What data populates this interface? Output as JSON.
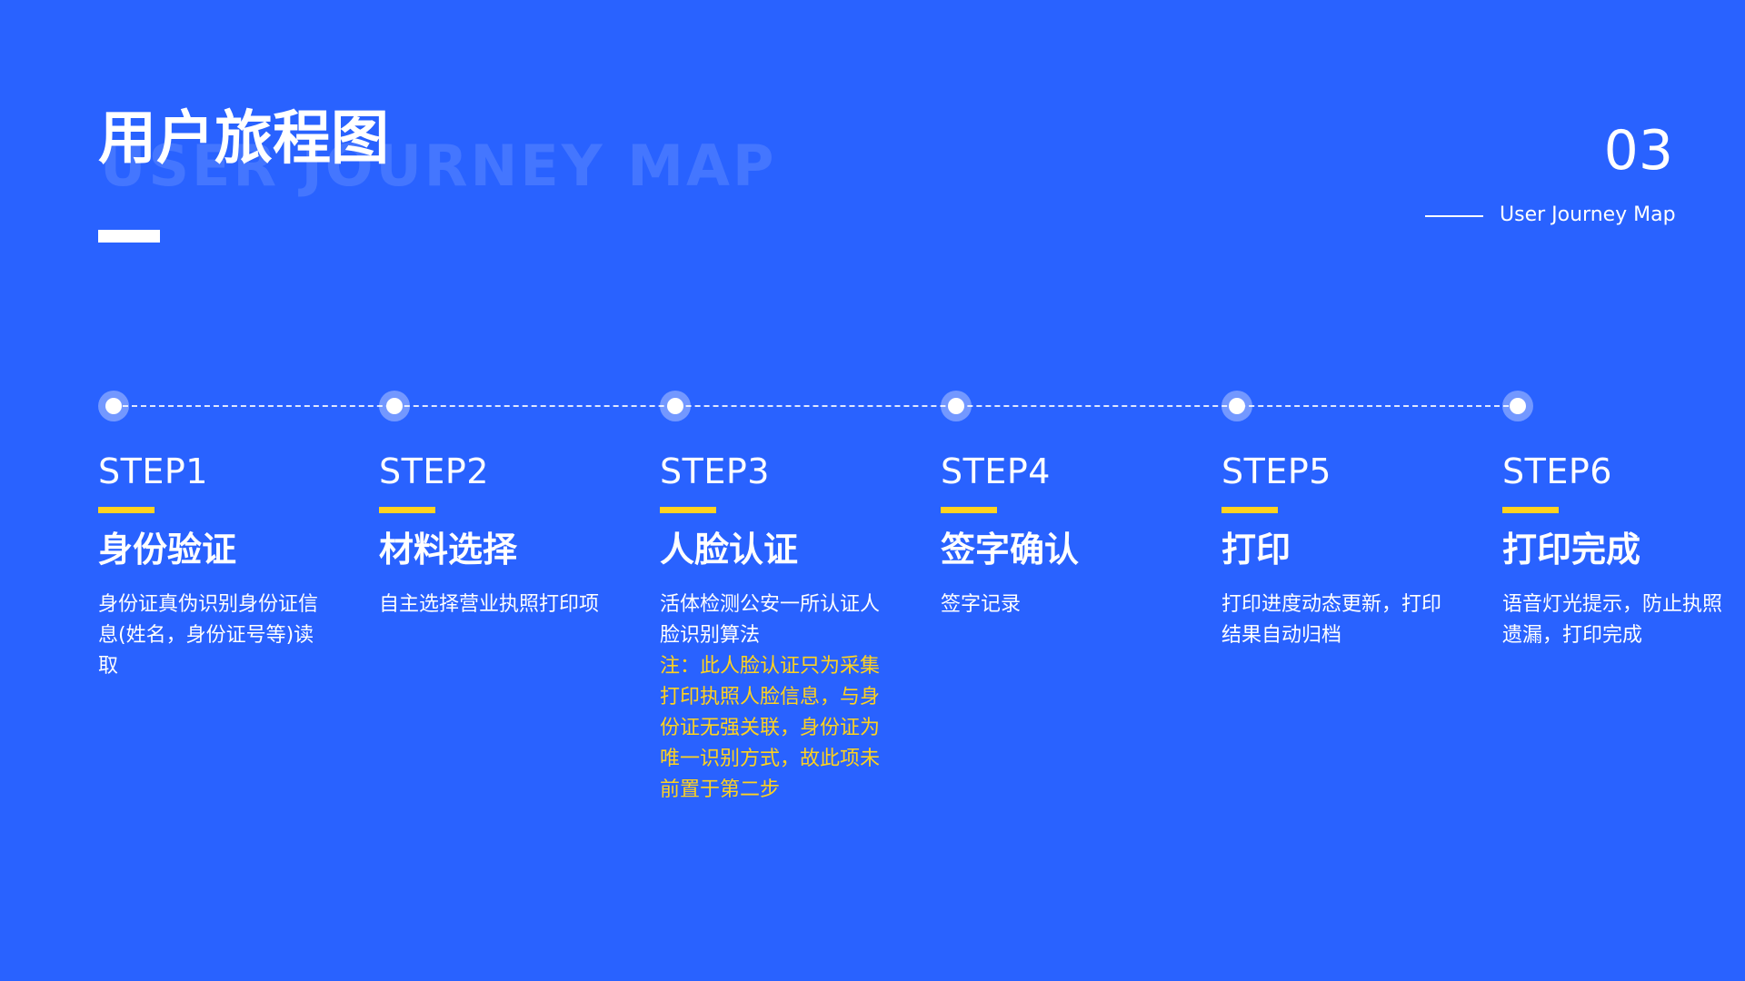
{
  "header": {
    "ghost_title": "USER JOURNEY MAP",
    "title": "用户旅程图",
    "page_number": "03",
    "subtitle": "User Journey Map"
  },
  "colors": {
    "background": "#2962FF",
    "accent": "#FFD21F",
    "text": "#FFFFFF"
  },
  "steps": [
    {
      "label": "STEP1",
      "title": "身份验证",
      "description": "身份证真伪识别身份证信息(姓名，身份证号等)读取",
      "note": ""
    },
    {
      "label": "STEP2",
      "title": "材料选择",
      "description": "自主选择营业执照打印项",
      "note": ""
    },
    {
      "label": "STEP3",
      "title": "人脸认证",
      "description": "活体检测公安一所认证人脸识别算法",
      "note": "注：此人脸认证只为采集打印执照人脸信息，与身份证无强关联，身份证为唯一识别方式，故此项未前置于第二步"
    },
    {
      "label": "STEP4",
      "title": "签字确认",
      "description": "签字记录",
      "note": ""
    },
    {
      "label": "STEP5",
      "title": "打印",
      "description": "打印进度动态更新，打印结果自动归档",
      "note": ""
    },
    {
      "label": "STEP6",
      "title": "打印完成",
      "description": "语音灯光提示，防止执照遗漏，打印完成",
      "note": ""
    }
  ]
}
